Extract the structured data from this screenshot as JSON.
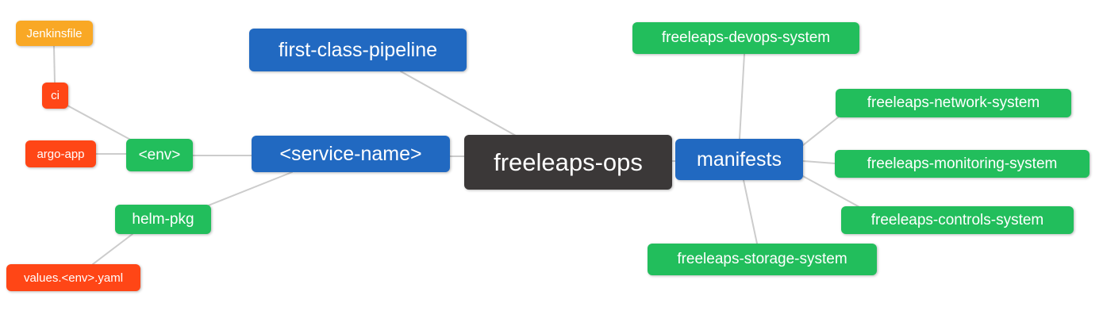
{
  "diagram": {
    "type": "mindmap",
    "root": {
      "label": "freeleaps-ops"
    },
    "nodes": {
      "jenkinsfile": {
        "label": "Jenkinsfile",
        "color": "#F9A825"
      },
      "ci": {
        "label": "ci",
        "color": "#FF4616"
      },
      "argo_app": {
        "label": "argo-app",
        "color": "#FF4616"
      },
      "env": {
        "label": "<env>",
        "color": "#22BE5C"
      },
      "first_class_pipeline": {
        "label": "first-class-pipeline",
        "color": "#2169C1"
      },
      "service_name": {
        "label": "<service-name>",
        "color": "#2169C1"
      },
      "helm_pkg": {
        "label": "helm-pkg",
        "color": "#22BE5C"
      },
      "values_env_yaml": {
        "label": "values.<env>.yaml",
        "color": "#FF4616"
      },
      "freeleaps_ops": {
        "label": "freeleaps-ops",
        "color": "#3B3838"
      },
      "manifests": {
        "label": "manifests",
        "color": "#2169C1"
      },
      "devops_system": {
        "label": "freeleaps-devops-system",
        "color": "#22BE5C"
      },
      "network_system": {
        "label": "freeleaps-network-system",
        "color": "#22BE5C"
      },
      "monitoring_system": {
        "label": "freeleaps-monitoring-system",
        "color": "#22BE5C"
      },
      "controls_system": {
        "label": "freeleaps-controls-system",
        "color": "#22BE5C"
      },
      "storage_system": {
        "label": "freeleaps-storage-system",
        "color": "#22BE5C"
      }
    },
    "edges": [
      {
        "from": "Jenkinsfile",
        "to": "ci"
      },
      {
        "from": "ci",
        "to": "<env>"
      },
      {
        "from": "argo-app",
        "to": "<env>"
      },
      {
        "from": "<env>",
        "to": "<service-name>"
      },
      {
        "from": "first-class-pipeline",
        "to": "freeleaps-ops"
      },
      {
        "from": "<service-name>",
        "to": "freeleaps-ops"
      },
      {
        "from": "<service-name>",
        "to": "helm-pkg"
      },
      {
        "from": "helm-pkg",
        "to": "values.<env>.yaml"
      },
      {
        "from": "freeleaps-ops",
        "to": "manifests"
      },
      {
        "from": "manifests",
        "to": "freeleaps-devops-system"
      },
      {
        "from": "manifests",
        "to": "freeleaps-network-system"
      },
      {
        "from": "manifests",
        "to": "freeleaps-monitoring-system"
      },
      {
        "from": "manifests",
        "to": "freeleaps-controls-system"
      },
      {
        "from": "manifests",
        "to": "freeleaps-storage-system"
      }
    ],
    "colors": {
      "background": "#FFFFFF",
      "edge": "#CCCCCC",
      "node_text": "#FFFFFF"
    }
  }
}
